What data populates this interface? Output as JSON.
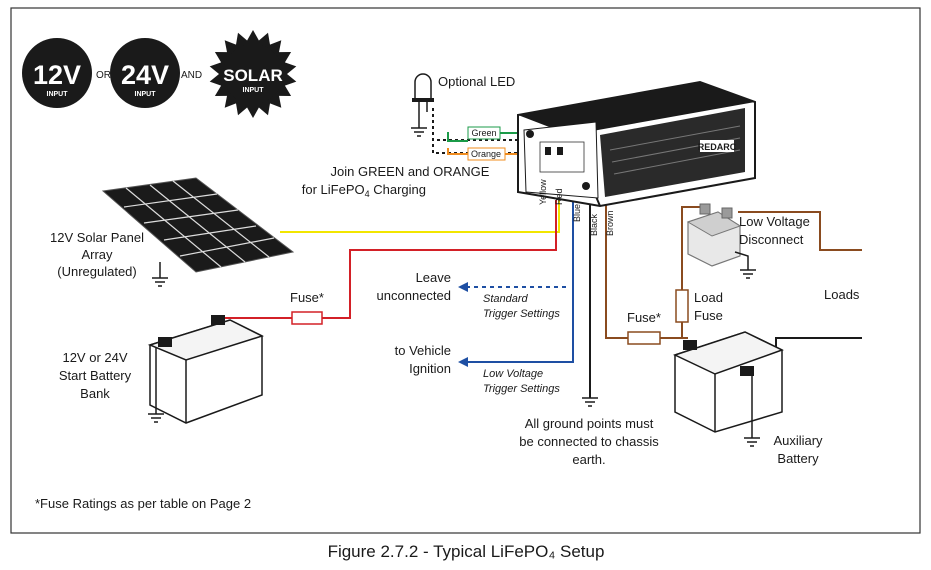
{
  "badges": {
    "b12v": {
      "main": "12V",
      "sub": "INPUT"
    },
    "or": "OR",
    "b24v": {
      "main": "24V",
      "sub": "INPUT"
    },
    "and": "AND",
    "solar": {
      "main": "SOLAR",
      "sub": "INPUT"
    }
  },
  "led": {
    "label": "Optional LED"
  },
  "wires": {
    "green": "Green",
    "orange": "Orange",
    "yellow": "Yellow",
    "red": "Red",
    "blue": "Blue",
    "black": "Black",
    "brown": "Brown"
  },
  "join_note": {
    "line1": "Join GREEN and ORANGE",
    "line2": "for LiFePO",
    "sub": "4",
    "line2_end": " Charging"
  },
  "solar_panel": {
    "line1": "12V Solar Panel",
    "line2": "Array",
    "line3": "(Unregulated)"
  },
  "start_battery": {
    "line1": "12V or 24V",
    "line2": "Start Battery",
    "line3": "Bank"
  },
  "fuse_left": "Fuse*",
  "fuse_right": "Fuse*",
  "leave": {
    "line1": "Leave",
    "line2": "unconnected",
    "note1": "Standard",
    "note2": "Trigger Settings"
  },
  "ignition": {
    "line1": "to Vehicle",
    "line2": "Ignition",
    "note1": "Low Voltage",
    "note2": "Trigger Settings"
  },
  "ground_note": {
    "line1": "All ground points must",
    "line2": "be connected to chassis",
    "line3": "earth."
  },
  "lvd": {
    "line1": "Low Voltage",
    "line2": "Disconnect"
  },
  "load_fuse": {
    "line1": "Load",
    "line2": "Fuse"
  },
  "loads": "Loads",
  "aux_battery": {
    "line1": "Auxiliary",
    "line2": "Battery"
  },
  "footnote": "*Fuse Ratings as per table on Page 2",
  "caption": "Figure 2.7.2 - Typical LiFePO₄ Setup",
  "device": {
    "brand": "REDARC"
  },
  "colors": {
    "yellow": "#f2e600",
    "red": "#d32027",
    "blue": "#1e4fa3",
    "black": "#1a1a1a",
    "brown": "#8a4b1f",
    "green": "#1b9b48",
    "orange": "#f08c1e"
  }
}
